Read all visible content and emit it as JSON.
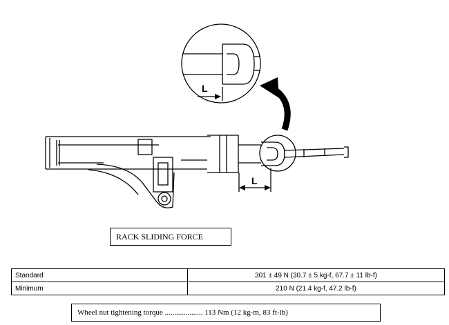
{
  "diagram": {
    "inset_dimension_label": "L",
    "main_dimension_label": "L"
  },
  "caption": "RACK SLIDING FORCE",
  "spec_table": {
    "rows": [
      {
        "label": "Standard",
        "value": "301 ± 49 N (30.7 ± 5 kg-f, 67.7 ± 11 lb-f)"
      },
      {
        "label": "Minimum",
        "value": "210 N (21.4 kg-f, 47.2 lb-f)"
      }
    ]
  },
  "torque_note": "Wheel nut tightening torque .................... 113 Nm (12 kg-m, 83 ft-lb)"
}
